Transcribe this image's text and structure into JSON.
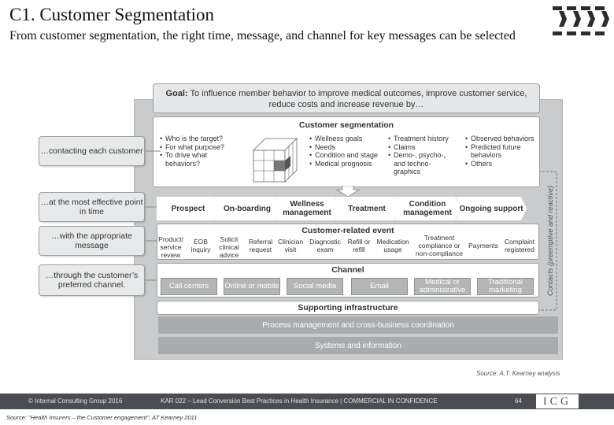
{
  "header": {
    "title": "C1. Customer Segmentation",
    "subtitle": "From customer segmentation, the right time, message, and channel for key messages can be selected"
  },
  "diagram": {
    "goal_label": "Goal:",
    "goal_text": " To influence member behavior to improve medical outcomes, improve customer service, reduce costs and increase revenue by…",
    "segmentation": {
      "heading": "Customer segmentation",
      "questions": [
        "Who is the target?",
        "For what purpose?",
        "To drive what behaviors?"
      ],
      "col1": [
        "Wellness goals",
        "Needs",
        "Condition and stage",
        "Medical prognosis"
      ],
      "col2": [
        "Treatment history",
        "Claims",
        "Demo-, psycho-, and techno-graphics"
      ],
      "col3": [
        "Observed behaviors",
        "Predicted future behaviors",
        "Others"
      ]
    },
    "left_boxes": [
      "…contacting each customer",
      "…at the most effective point in time",
      "…with the appropriate message",
      "…through the customer’s preferred channel."
    ],
    "stages": [
      "Prospect",
      "On-boarding",
      "Wellness management",
      "Treatment",
      "Condition management",
      "Ongoing support"
    ],
    "event": {
      "heading": "Customer-related event",
      "items": [
        "Product/ service review",
        "EOB inquiry",
        "Solicit clinical advice",
        "Referral request",
        "Clinician visit",
        "Diagnostic exam",
        "Refill or refill",
        "Medication usage",
        "Treatment compliance or non-compliance",
        "Payments",
        "Complaint registered"
      ]
    },
    "channel": {
      "heading": "Channel",
      "items": [
        "Call centers",
        "Online or mobile",
        "Social media",
        "Email",
        "Medical or administrative",
        "Traditional marketing"
      ]
    },
    "infrastructure": {
      "heading": "Supporting infrastructure",
      "bars": [
        "Process management and cross-business coordination",
        "Systems and information"
      ]
    },
    "contacts_label": "Contacts (preemptive and reactive)",
    "source": "Source: A.T. Kearney analysis"
  },
  "footer": {
    "copyright": "© Internal Consulting Group 2016",
    "document": "KAR 022 – Lead Conversion Best Practices in Health Insurance  |  COMMERCIAL IN CONFIDENCE",
    "page": "64",
    "logo": "ICG",
    "source_note": "Source: \"Health Insurers – the Customer engagement\", AT Kearney 2011"
  }
}
